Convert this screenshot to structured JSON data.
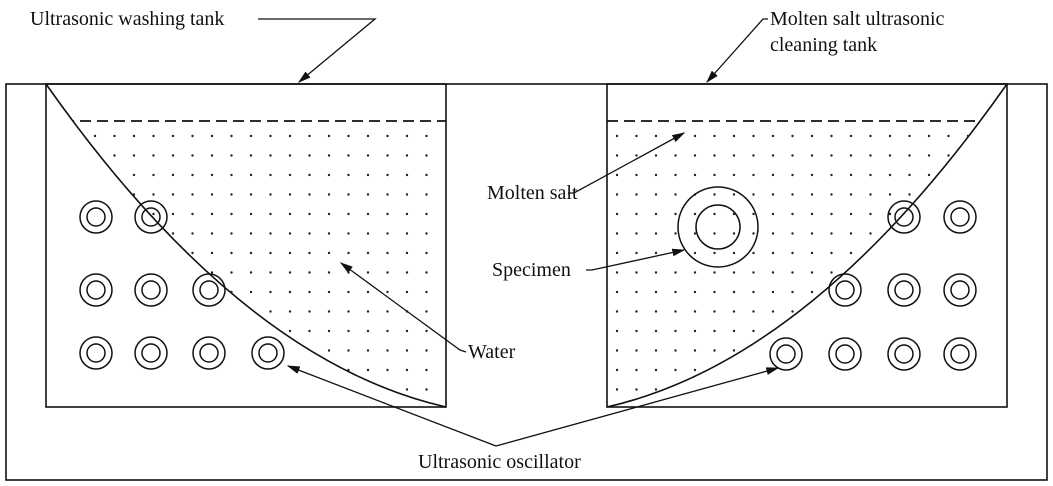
{
  "labels": {
    "washing_tank": "Ultrasonic washing tank",
    "molten_tank_line1": "Molten salt ultrasonic",
    "molten_tank_line2": "cleaning tank",
    "molten_salt": "Molten salt",
    "specimen": "Specimen",
    "water": "Water",
    "oscillator": "Ultrasonic oscillator"
  },
  "colors": {
    "line": "#111111",
    "background": "#ffffff"
  }
}
